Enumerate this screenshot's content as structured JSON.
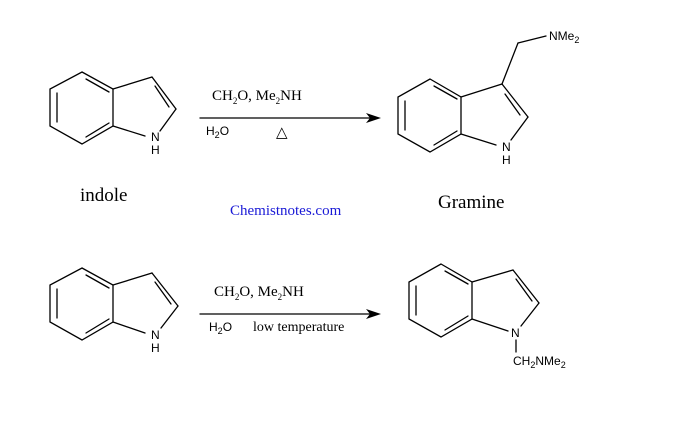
{
  "reaction1": {
    "reagents": "CH2O, Me2NH",
    "solvent": "H2O",
    "heat_symbol": "△",
    "reactant_name": "indole",
    "product_name": "Gramine",
    "reactant_nh": "NH",
    "product_nh": "NH",
    "product_substituent": "NMe2"
  },
  "reaction2": {
    "reagents": "CH2O, Me2NH",
    "solvent": "H2O",
    "condition": "low temperature",
    "reactant_nh": "NH",
    "product_n": "N",
    "product_substituent": "CH2NMe2"
  },
  "watermark": "Chemistnotes.com",
  "colors": {
    "text": "#000000",
    "watermark": "#1a1ad6"
  }
}
